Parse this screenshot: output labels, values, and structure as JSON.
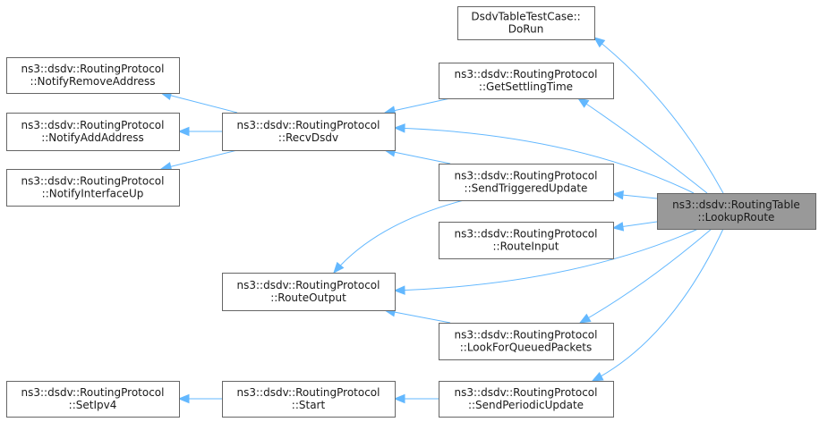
{
  "diagram": {
    "type": "call-graph",
    "colors": {
      "edge": "#63b8ff",
      "node_border": "#666666",
      "target_fill": "#999999",
      "node_fill": "#ffffff"
    },
    "nodes": [
      {
        "id": "lookup",
        "lines": [
          "ns3::dsdv::RoutingTable",
          "::LookupRoute"
        ],
        "highlighted": true
      },
      {
        "id": "dorun",
        "lines": [
          "DsdvTableTestCase::",
          "DoRun"
        ]
      },
      {
        "id": "settling",
        "lines": [
          "ns3::dsdv::RoutingProtocol",
          "::GetSettlingTime"
        ]
      },
      {
        "id": "recvdsdv",
        "lines": [
          "ns3::dsdv::RoutingProtocol",
          "::RecvDsdv"
        ]
      },
      {
        "id": "triggered",
        "lines": [
          "ns3::dsdv::RoutingProtocol",
          "::SendTriggeredUpdate"
        ]
      },
      {
        "id": "routeinput",
        "lines": [
          "ns3::dsdv::RoutingProtocol",
          "::RouteInput"
        ]
      },
      {
        "id": "routeoutput",
        "lines": [
          "ns3::dsdv::RoutingProtocol",
          "::RouteOutput"
        ]
      },
      {
        "id": "queued",
        "lines": [
          "ns3::dsdv::RoutingProtocol",
          "::LookForQueuedPackets"
        ]
      },
      {
        "id": "periodic",
        "lines": [
          "ns3::dsdv::RoutingProtocol",
          "::SendPeriodicUpdate"
        ]
      },
      {
        "id": "start",
        "lines": [
          "ns3::dsdv::RoutingProtocol",
          "::Start"
        ]
      },
      {
        "id": "removeaddr",
        "lines": [
          "ns3::dsdv::RoutingProtocol",
          "::NotifyRemoveAddress"
        ]
      },
      {
        "id": "addaddr",
        "lines": [
          "ns3::dsdv::RoutingProtocol",
          "::NotifyAddAddress"
        ]
      },
      {
        "id": "ifaceup",
        "lines": [
          "ns3::dsdv::RoutingProtocol",
          "::NotifyInterfaceUp"
        ]
      },
      {
        "id": "setipv4",
        "lines": [
          "ns3::dsdv::RoutingProtocol",
          "::SetIpv4"
        ]
      }
    ],
    "edges": [
      {
        "from": "lookup",
        "to": "dorun"
      },
      {
        "from": "lookup",
        "to": "settling"
      },
      {
        "from": "lookup",
        "to": "recvdsdv"
      },
      {
        "from": "lookup",
        "to": "triggered"
      },
      {
        "from": "lookup",
        "to": "routeinput"
      },
      {
        "from": "lookup",
        "to": "routeoutput"
      },
      {
        "from": "lookup",
        "to": "queued"
      },
      {
        "from": "lookup",
        "to": "periodic"
      },
      {
        "from": "settling",
        "to": "recvdsdv"
      },
      {
        "from": "triggered",
        "to": "recvdsdv"
      },
      {
        "from": "triggered",
        "to": "routeoutput"
      },
      {
        "from": "queued",
        "to": "routeoutput"
      },
      {
        "from": "periodic",
        "to": "start"
      },
      {
        "from": "recvdsdv",
        "to": "removeaddr"
      },
      {
        "from": "recvdsdv",
        "to": "addaddr"
      },
      {
        "from": "recvdsdv",
        "to": "ifaceup"
      },
      {
        "from": "start",
        "to": "setipv4"
      }
    ]
  }
}
